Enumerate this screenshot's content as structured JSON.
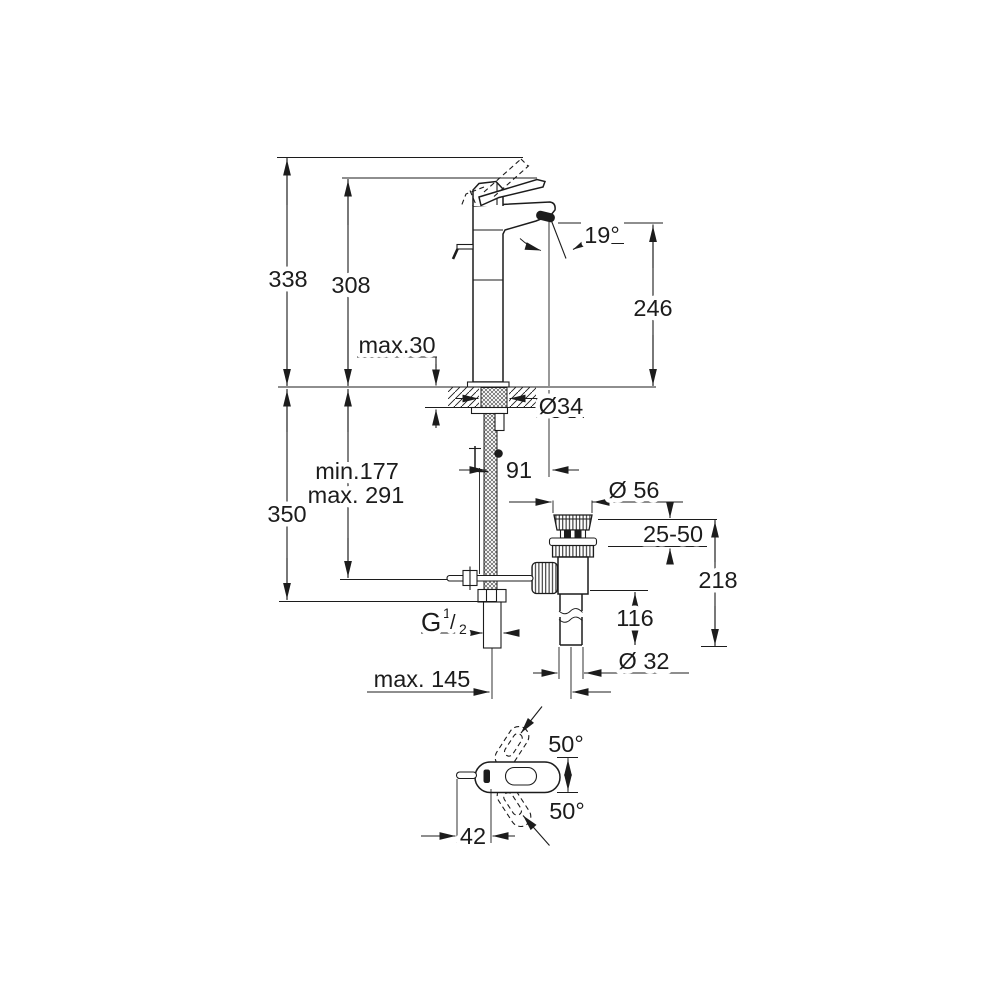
{
  "colors": {
    "background": "#ffffff",
    "line": "#1c1c1c"
  },
  "labels": {
    "total_height": "338",
    "height_to_handle": "308",
    "deck_thickness": "max.30",
    "spray_angle": "19°",
    "spout_height": "246",
    "hole_diameter": "Ø34",
    "hose_length_min": "min.177",
    "hose_length_max": "max. 291",
    "below_deck_depth": "350",
    "spout_reach": "91",
    "waste_cap_diameter": "Ø 56",
    "waste_adjustment": "25-50",
    "waste_total_height": "218",
    "waste_tail_height": "116",
    "thread_g": "G",
    "thread_num": "1",
    "thread_slash": "/",
    "thread_den": "2",
    "hose_to_waste_max": "max. 145",
    "tail_pipe_diameter": "Ø 32",
    "handle_swing_up": "50°",
    "handle_swing_down": "50°",
    "handle_pivot_offset": "42"
  }
}
